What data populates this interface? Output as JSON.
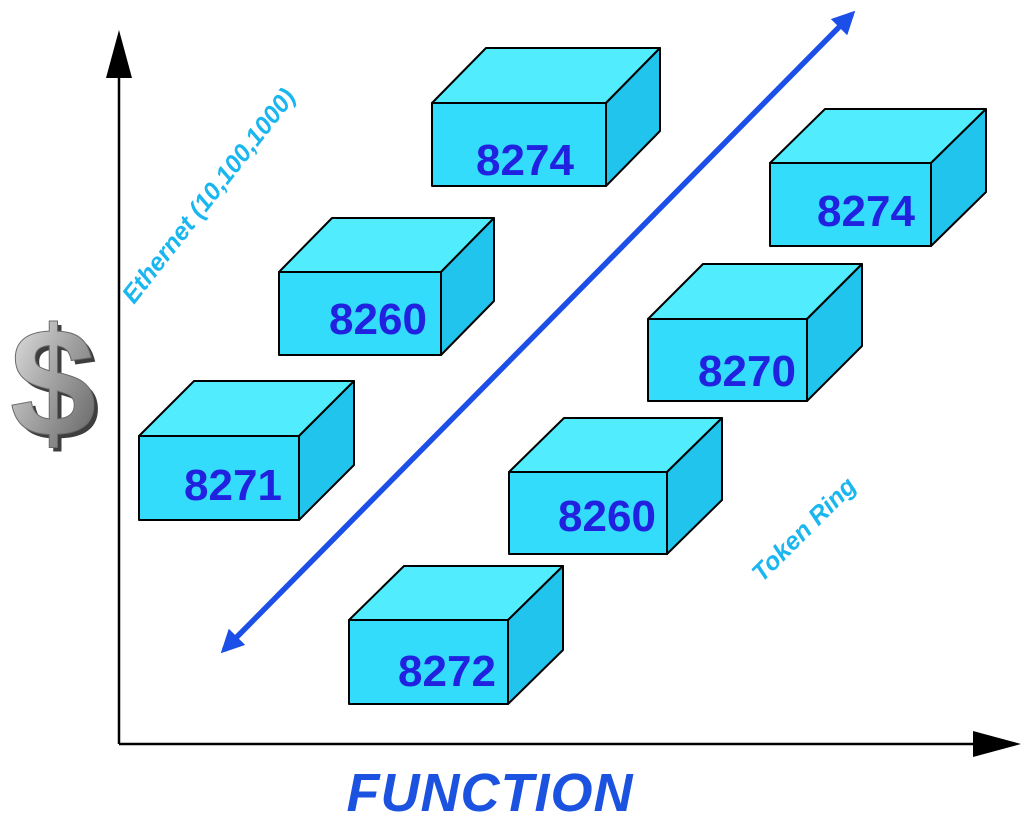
{
  "axes": {
    "y_label": "$",
    "x_label": "FUNCTION"
  },
  "series": {
    "ethernet": "Ethernet (10,100,1000)",
    "token_ring": "Token Ring"
  },
  "boxes": {
    "ethernet": [
      "8274",
      "8260",
      "8271"
    ],
    "token_ring": [
      "8274",
      "8270",
      "8260",
      "8272"
    ]
  },
  "colors": {
    "box_top": "#52ecff",
    "box_front": "#33dcfb",
    "box_side": "#20c4ec",
    "box_text": "#2121e0",
    "arrow": "#1c4ee8",
    "series_text": "#1ab6f0",
    "function_text": "#1c52e0"
  },
  "icons": {
    "y_axis": "dollar-sign-icon"
  }
}
